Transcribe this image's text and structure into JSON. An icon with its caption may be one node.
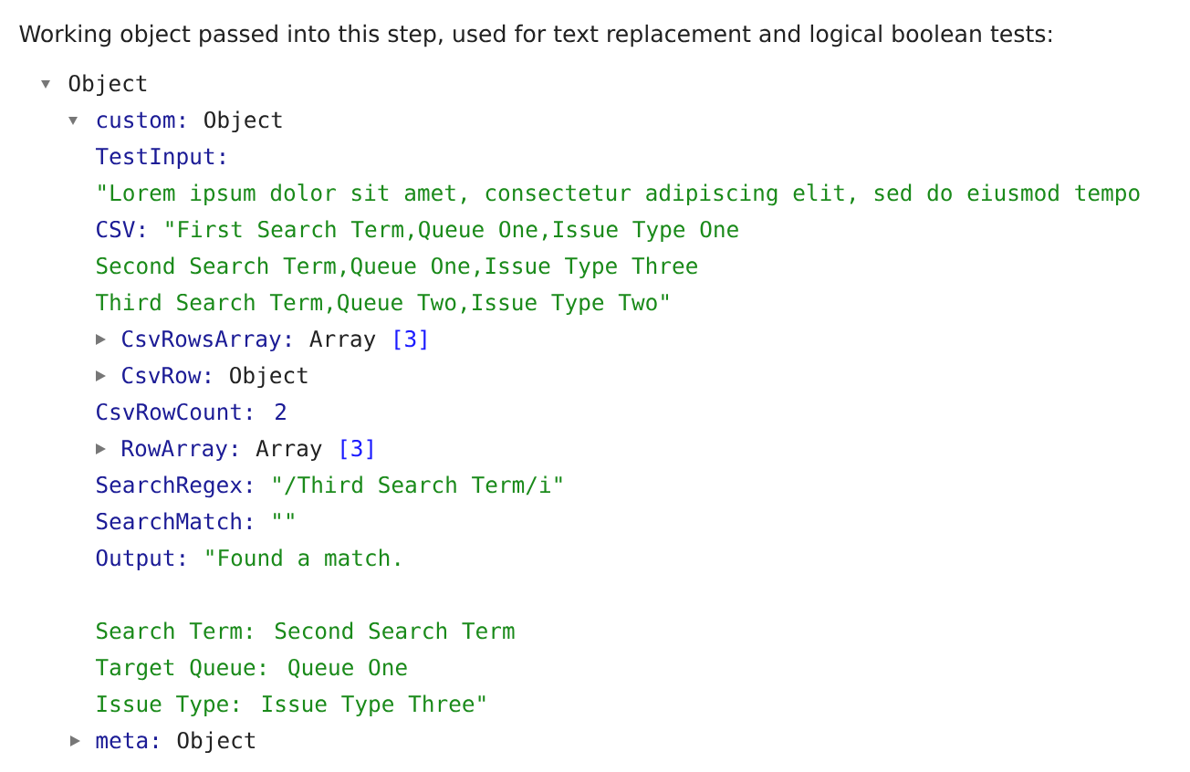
{
  "diagram": {
    "title": "Working object passed into this step, used for text replacement and logical boolean tests:",
    "labels": [
      "Object",
      "custom:",
      "Object",
      "TestInput:",
      "\"Lorem ipsum dolor sit amet, consectetur adipiscing elit, sed do eiusmod tempo",
      "CSV:",
      "\"First Search Term,Queue One,Issue Type One",
      "Second Search Term,Queue One,Issue Type Three",
      "Third Search Term,Queue Two,Issue Type Two\"",
      "CsvRowsArray:",
      "Array",
      "[3]",
      "CsvRow:",
      "Object",
      "CsvRowCount: 2",
      "RowArray:",
      "Array",
      "[3]",
      "SearchRegex:",
      "\"/Third Search Term/i\"",
      "SearchMatch:",
      "\"\"",
      "Output:",
      "\"Found a match.",
      "Search Term: Second Search Term",
      "Target Queue: Queue One",
      "Issue Type: Issue Type Three\"",
      "meta:",
      "Object"
    ]
  }
}
